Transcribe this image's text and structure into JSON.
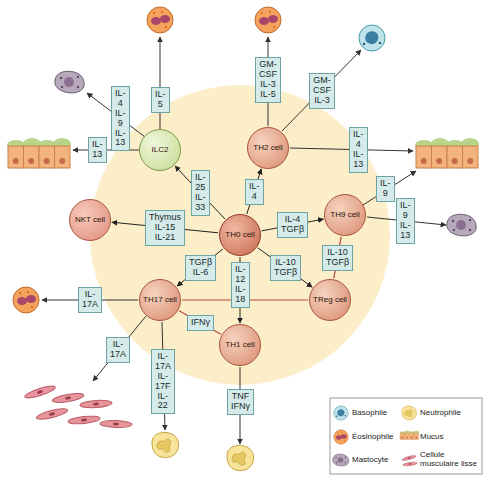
{
  "diagram": {
    "nodes": [
      {
        "text": [
          "ILC2"
        ]
      },
      {
        "text": [
          "TH2 cell"
        ]
      },
      {
        "text": [
          "NKT cell"
        ]
      },
      {
        "text": [
          "TH9 cell"
        ]
      },
      {
        "text": [
          "TH0 cell"
        ]
      },
      {
        "text": [
          "TH17 cell"
        ]
      },
      {
        "text": [
          "TReg cell"
        ]
      },
      {
        "text": [
          "TH1 cell"
        ]
      }
    ],
    "edges": [
      {
        "from": 4,
        "to": 0,
        "label": "IL-25 IL-33",
        "arrow": "to"
      },
      {
        "from": 4,
        "to": 1,
        "label": "IL-4",
        "arrow": "to"
      },
      {
        "from": 4,
        "to": 3,
        "label": "IL-4 TGFβ",
        "arrow": "to"
      },
      {
        "from": 4,
        "to": 6,
        "label": "IL-10 TGFβ",
        "arrow": "to"
      },
      {
        "from": 4,
        "to": 7,
        "label": "IL-12 IL-18",
        "arrow": "to"
      },
      {
        "from": 4,
        "to": 5,
        "label": "TGFβ IL-6",
        "arrow": "to"
      },
      {
        "from": 4,
        "to": 2,
        "label": "Thymus IL-15 IL-21",
        "arrow": "to"
      },
      {
        "from": 6,
        "to": 3,
        "label": "IL-10 TGFβ",
        "arrow": "none"
      },
      {
        "from": 6,
        "to": 5,
        "arrow": "none"
      },
      {
        "from": 7,
        "to": 5,
        "label": "IFNγ",
        "arrow": "none"
      }
    ],
    "labels": [
      "IL-5",
      "GM-CSF IL-3 IL-5",
      "IL-4 IL-9 IL-13",
      "GM-CSF IL-3",
      "IL-13",
      "IL-4 IL-13",
      "IL-9",
      "IL-9 IL-13",
      "IL-17A",
      "IL-17A",
      "IL-17A IL-17F IL-22",
      "TNF IFNγ"
    ],
    "legend": [
      {
        "text": "Basophile"
      },
      {
        "text": "Neutrophile"
      },
      {
        "text": "Éosinophile"
      },
      {
        "text": "Mucus"
      },
      {
        "text": "Mastocyte"
      },
      {
        "text": "Cellule musculaire lisse"
      }
    ]
  }
}
